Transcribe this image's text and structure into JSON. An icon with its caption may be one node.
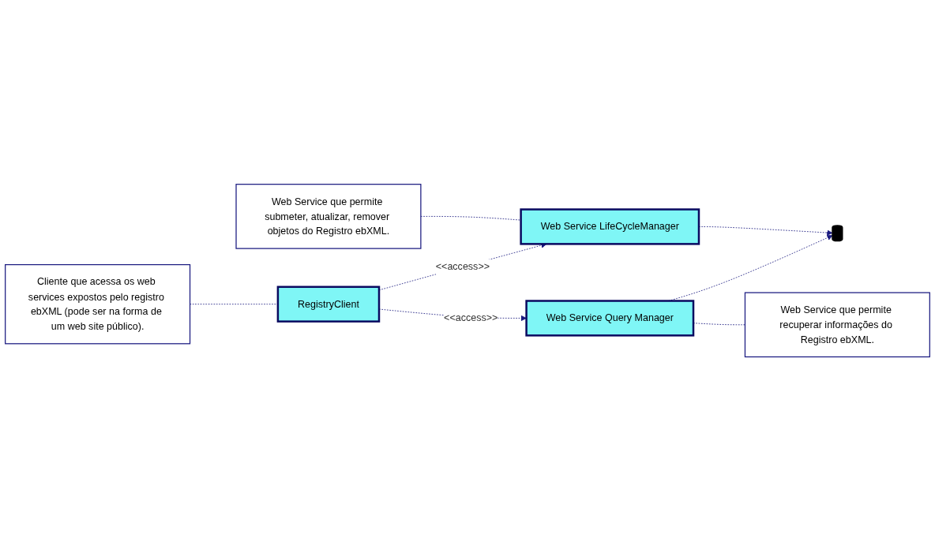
{
  "diagram": {
    "nodes": [
      {
        "text": [
          "Cliente que acessa os web services expostos pelo registro ebXML (pode ser na forma de um web site público)."
        ]
      },
      {
        "text": [
          "Web Service que permite submeter, atualizar, remover objetos do Registro ebXML."
        ]
      },
      {
        "text": [
          "RegistryClient"
        ]
      },
      {
        "text": [
          "Web Service LifeCycleManager"
        ]
      },
      {
        "text": [
          "Web Service Query Manager"
        ]
      },
      {
        "text": [],
        "shape": "cylinder"
      },
      {
        "text": [
          "Web Service que permite recuperar informações do Registro ebXML."
        ]
      }
    ],
    "edges": [
      {
        "from": 0,
        "to": 2,
        "arrow": "none",
        "style": "dashed"
      },
      {
        "from": 1,
        "to": 3,
        "arrow": "none",
        "style": "dashed"
      },
      {
        "from": 2,
        "to": 3,
        "arrow": "to",
        "style": "dashed",
        "label": "<<access>>"
      },
      {
        "from": 2,
        "to": 4,
        "arrow": "to",
        "style": "dashed",
        "label": "<<access>>"
      },
      {
        "from": 3,
        "to": 5,
        "arrow": "to",
        "style": "dashed"
      },
      {
        "from": 4,
        "to": 5,
        "arrow": "to",
        "style": "dashed"
      },
      {
        "from": 4,
        "to": 6,
        "arrow": "none",
        "style": "dashed"
      }
    ]
  }
}
